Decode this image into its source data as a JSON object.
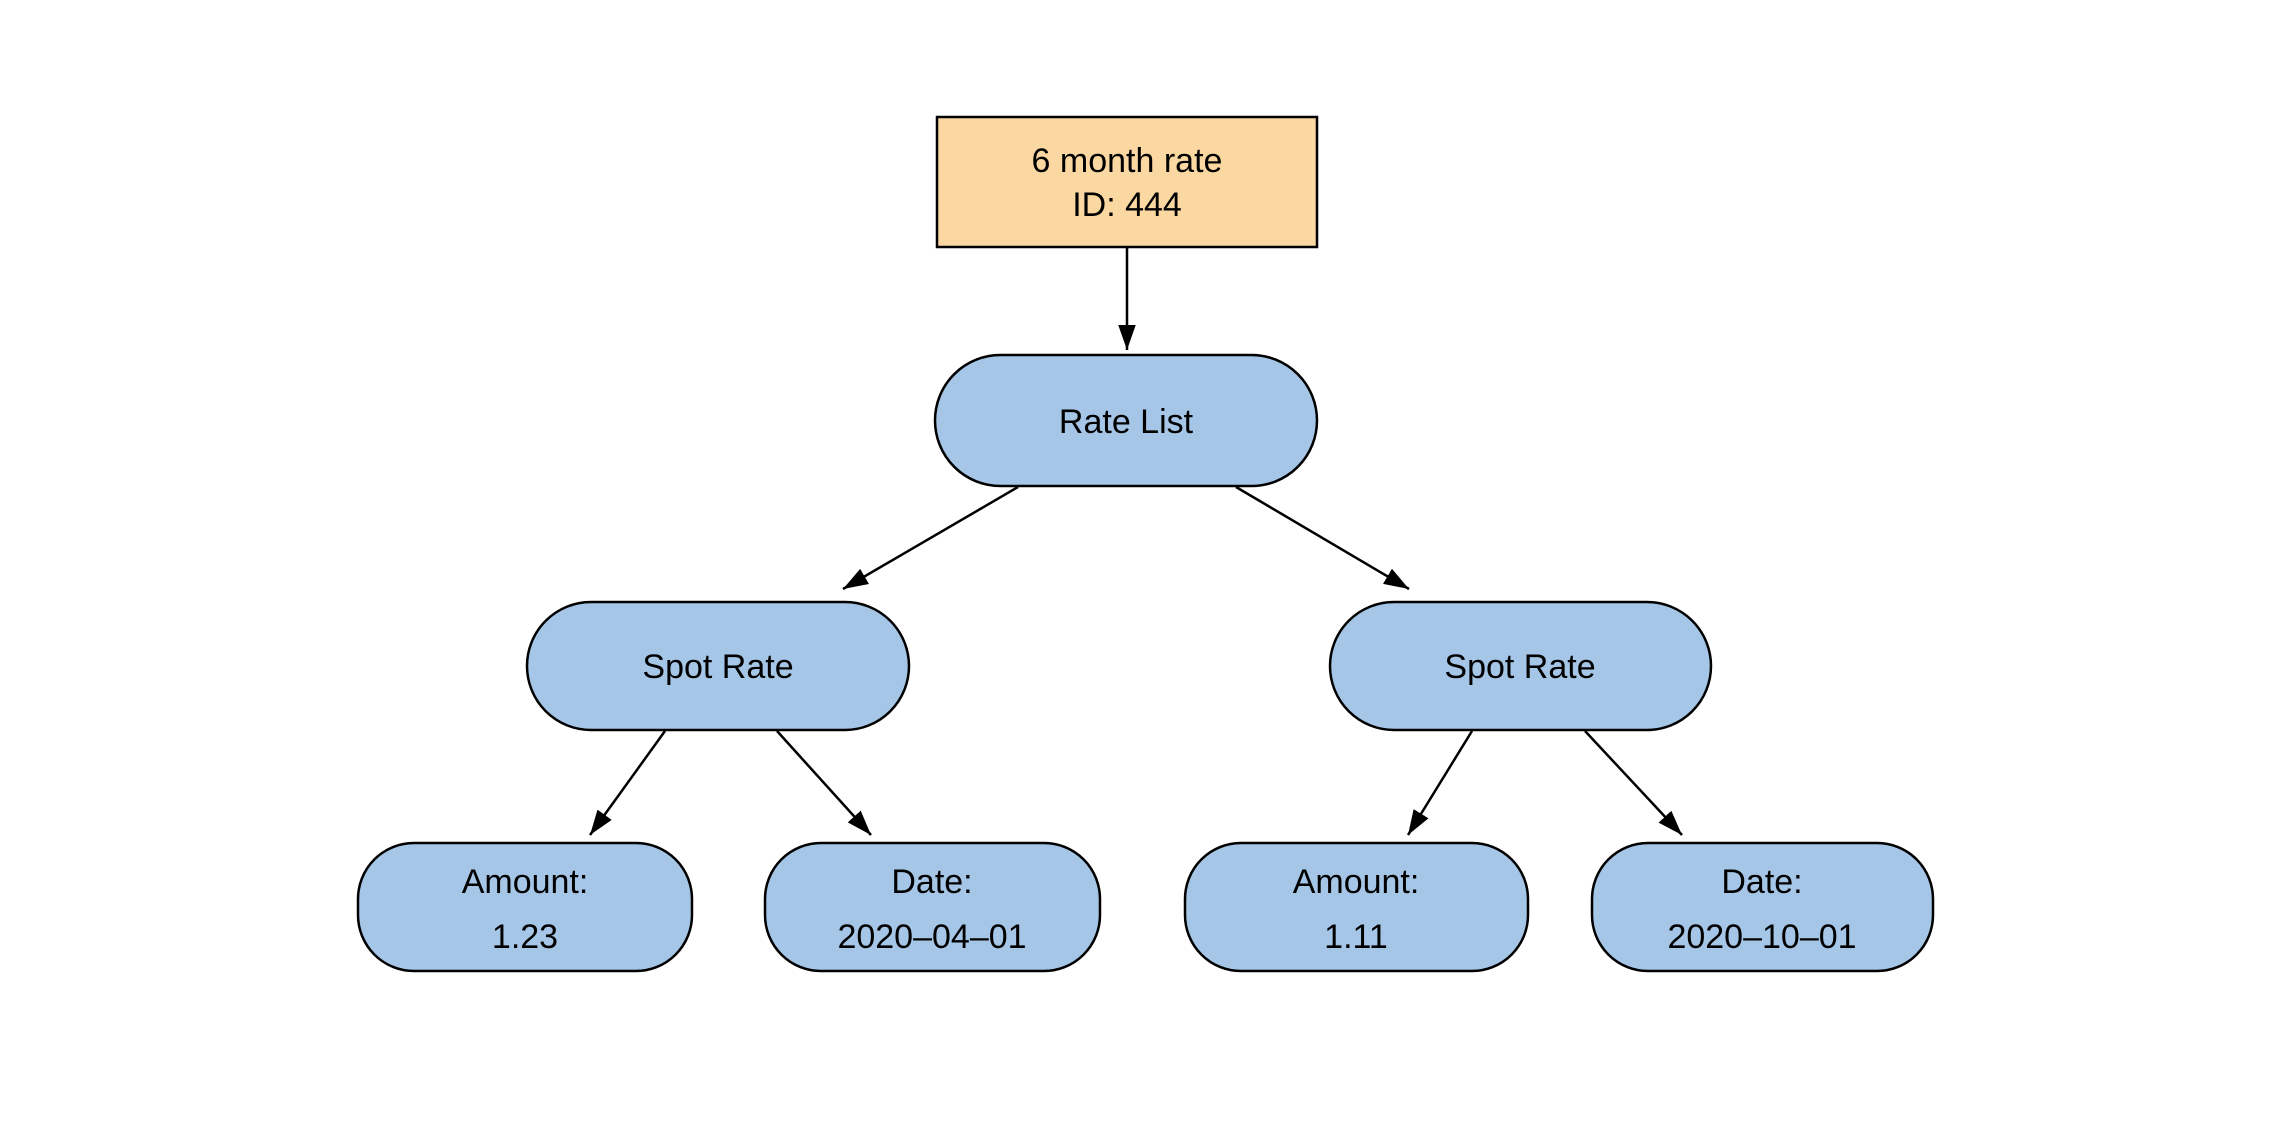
{
  "page": {
    "background": "#ffffff"
  },
  "diagram": {
    "type": "tree",
    "colors": {
      "root_fill": "#FBD7A1",
      "node_fill": "#A5C6E6",
      "border": "#000000",
      "edge": "#000000",
      "text": "#000000"
    },
    "nodes": {
      "root": {
        "shape": "rectangle",
        "line1": "6 month rate",
        "line2": "ID: 444"
      },
      "rate_list": {
        "shape": "pill",
        "label": "Rate List"
      },
      "spot_rate_left": {
        "shape": "pill",
        "label": "Spot Rate"
      },
      "spot_rate_right": {
        "shape": "pill",
        "label": "Spot Rate"
      },
      "amount_left": {
        "shape": "rounded",
        "line1": "Amount:",
        "line2": "1.23"
      },
      "date_left": {
        "shape": "rounded",
        "line1": "Date:",
        "line2": "2020–04–01"
      },
      "amount_right": {
        "shape": "rounded",
        "line1": "Amount:",
        "line2": "1.11"
      },
      "date_right": {
        "shape": "rounded",
        "line1": "Date:",
        "line2": "2020–10–01"
      }
    },
    "edges": [
      {
        "from": "root",
        "to": "rate_list"
      },
      {
        "from": "rate_list",
        "to": "spot_rate_left"
      },
      {
        "from": "rate_list",
        "to": "spot_rate_right"
      },
      {
        "from": "spot_rate_left",
        "to": "amount_left"
      },
      {
        "from": "spot_rate_left",
        "to": "date_left"
      },
      {
        "from": "spot_rate_right",
        "to": "amount_right"
      },
      {
        "from": "spot_rate_right",
        "to": "date_right"
      }
    ]
  }
}
